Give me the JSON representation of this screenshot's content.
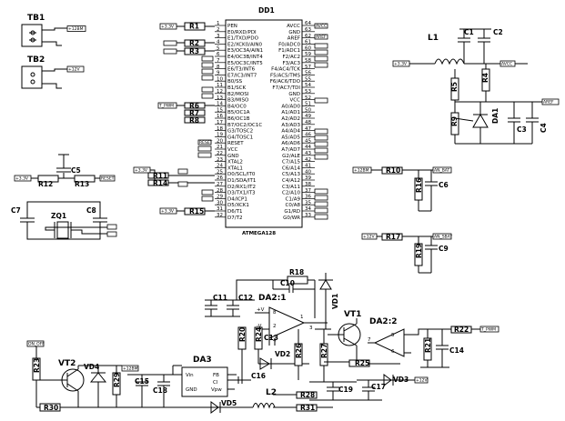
{
  "components": {
    "TB1": "TB1",
    "TB2": "TB2",
    "DD1": "DD1",
    "MCU": "ATMEGA128",
    "R1": "R1",
    "R2": "R2",
    "R3": "R3",
    "R4": "R4",
    "R5": "R5",
    "R6": "R6",
    "R7": "R7",
    "R8": "R8",
    "R9": "R9",
    "R10": "R10",
    "R11": "R11",
    "R12": "R12",
    "R13": "R13",
    "R14": "R14",
    "R15": "R15",
    "R16": "R16",
    "R17": "R17",
    "R18": "R18",
    "R19": "R19",
    "R20": "R20",
    "R21": "R21",
    "R22": "R22",
    "R23": "R23",
    "R24": "R24",
    "R25": "R25",
    "R26": "R26",
    "R27": "R27",
    "R28": "R28",
    "R29": "R29",
    "R30": "R30",
    "R31": "R31",
    "C1": "C1",
    "C2": "C2",
    "C3": "C3",
    "C4": "C4",
    "C5": "C5",
    "C6": "C6",
    "C7": "C7",
    "C8": "C8",
    "C9": "C9",
    "C10": "C10",
    "C11": "C11",
    "C12": "C12",
    "C13": "C13",
    "C14": "C14",
    "C15": "C15",
    "C16": "C16",
    "C17": "C17",
    "C18": "C18",
    "C19": "C19",
    "L1": "L1",
    "L2": "L2",
    "ZQ1": "ZQ1",
    "DA1": "DA1",
    "DA21": "DA2:1",
    "DA22": "DA2:2",
    "DA3": "DA3",
    "VT1": "VT1",
    "VT2": "VT2",
    "VD1": "VD1",
    "VD2": "VD2",
    "VD3": "VD3",
    "VD4": "VD4",
    "VD5": "VD5"
  },
  "mcu_left_pins": [
    {
      "num": "1",
      "name": "PEN"
    },
    {
      "num": "2",
      "name": "E0/RXD/PDI"
    },
    {
      "num": "3",
      "name": "E1/TXD/PDO"
    },
    {
      "num": "4",
      "name": "E2/XCK0/AIN0"
    },
    {
      "num": "5",
      "name": "E3/OC3A/AIN1"
    },
    {
      "num": "6",
      "name": "E4/OC3B/INT4"
    },
    {
      "num": "7",
      "name": "E5/OC3C/INT5"
    },
    {
      "num": "8",
      "name": "E6/T3/INT6"
    },
    {
      "num": "9",
      "name": "E7/IC3/INT7"
    },
    {
      "num": "10",
      "name": "B0/SS"
    },
    {
      "num": "11",
      "name": "B1/SCK"
    },
    {
      "num": "12",
      "name": "B2/MOSI"
    },
    {
      "num": "13",
      "name": "B3/MISO"
    },
    {
      "num": "14",
      "name": "B4/OC0"
    },
    {
      "num": "15",
      "name": "B5/OC1A"
    },
    {
      "num": "16",
      "name": "B6/OC1B"
    },
    {
      "num": "17",
      "name": "B7/OC2/OC1C"
    },
    {
      "num": "18",
      "name": "G3/TOSC2"
    },
    {
      "num": "19",
      "name": "G4/TOSC1"
    },
    {
      "num": "20",
      "name": "RESET"
    },
    {
      "num": "21",
      "name": "VCC"
    },
    {
      "num": "22",
      "name": "GND"
    },
    {
      "num": "23",
      "name": "XTAL2"
    },
    {
      "num": "24",
      "name": "XTAL1"
    },
    {
      "num": "25",
      "name": "D0/SCL/IT0"
    },
    {
      "num": "26",
      "name": "D1/SDA/IT1"
    },
    {
      "num": "27",
      "name": "D2/RX1/IT2"
    },
    {
      "num": "28",
      "name": "D3/TX1/IT3"
    },
    {
      "num": "29",
      "name": "D4/ICP1"
    },
    {
      "num": "30",
      "name": "D5/XCK1"
    },
    {
      "num": "31",
      "name": "D6/T1"
    },
    {
      "num": "32",
      "name": "D7/T2"
    }
  ],
  "mcu_right_pins": [
    {
      "num": "64",
      "name": "AVCC"
    },
    {
      "num": "63",
      "name": "GND"
    },
    {
      "num": "62",
      "name": "AREF"
    },
    {
      "num": "61",
      "name": "F0/ADC0"
    },
    {
      "num": "60",
      "name": "F1/ADC1"
    },
    {
      "num": "59",
      "name": "F2/AC2"
    },
    {
      "num": "58",
      "name": "F3/AC3"
    },
    {
      "num": "57",
      "name": "F4/AC4/TCK"
    },
    {
      "num": "56",
      "name": "F5/AC5/TMS"
    },
    {
      "num": "55",
      "name": "F6/AC6/TDO"
    },
    {
      "num": "54",
      "name": "F7/AC7/TDI"
    },
    {
      "num": "53",
      "name": "GND"
    },
    {
      "num": "52",
      "name": "VCC"
    },
    {
      "num": "51",
      "name": "A0/AD0"
    },
    {
      "num": "50",
      "name": "A1/AD1"
    },
    {
      "num": "49",
      "name": "A2/AD2"
    },
    {
      "num": "48",
      "name": "A3/AD3"
    },
    {
      "num": "47",
      "name": "A4/AD4"
    },
    {
      "num": "46",
      "name": "A5/AD5"
    },
    {
      "num": "45",
      "name": "A6/AD6"
    },
    {
      "num": "44",
      "name": "A7/AD7"
    },
    {
      "num": "43",
      "name": "G2/ALE"
    },
    {
      "num": "42",
      "name": "C7/A15"
    },
    {
      "num": "41",
      "name": "C6/A14"
    },
    {
      "num": "40",
      "name": "C5/A13"
    },
    {
      "num": "39",
      "name": "C4/A12"
    },
    {
      "num": "38",
      "name": "C3/A11"
    },
    {
      "num": "37",
      "name": "C2/A10"
    },
    {
      "num": "36",
      "name": "C1/A9"
    },
    {
      "num": "35",
      "name": "C0/A8"
    },
    {
      "num": "34",
      "name": "G1/RD"
    },
    {
      "num": "33",
      "name": "G0/WR"
    }
  ],
  "net_tags": {
    "p33v": "+3.3V",
    "p12v": "+12V",
    "p12vn": "+12BM",
    "aref": "AREF",
    "avcc": "AVCC",
    "reset": "RESET",
    "pwm": "T_PWM",
    "onoff": "ON_OFF",
    "an_bat": "AN_BAT",
    "an_sbat": "AN_SBAT",
    "rxd": "RXD",
    "txd": "TXD",
    "gnd": "GND",
    "vref": "VREF"
  },
  "opamp_pins": {
    "pv": "+V",
    "nv": "-V",
    "p8": "8",
    "p2": "2",
    "p3": "3",
    "p1": "1",
    "p4": "4",
    "p5": "5",
    "p6": "6",
    "p7": "7"
  },
  "da3_pins": {
    "vin": "Vin",
    "gnd": "GND",
    "fb": "FB",
    "cl": "Cl",
    "vpw": "Vpw"
  }
}
